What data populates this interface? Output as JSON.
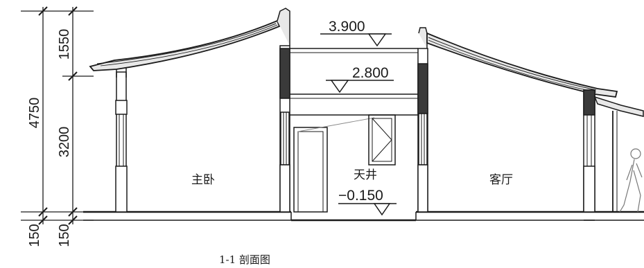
{
  "dimensions": {
    "total": "4750",
    "upper": "1550",
    "middle": "3200",
    "base_left": "150",
    "base_right": "150"
  },
  "elevations": {
    "roof_ridge": "3.900",
    "eave": "2.800",
    "courtyard": "−0.150"
  },
  "rooms": {
    "left": "主卧",
    "center": "天井",
    "right": "客厅"
  },
  "caption": "1-1 剖面图"
}
